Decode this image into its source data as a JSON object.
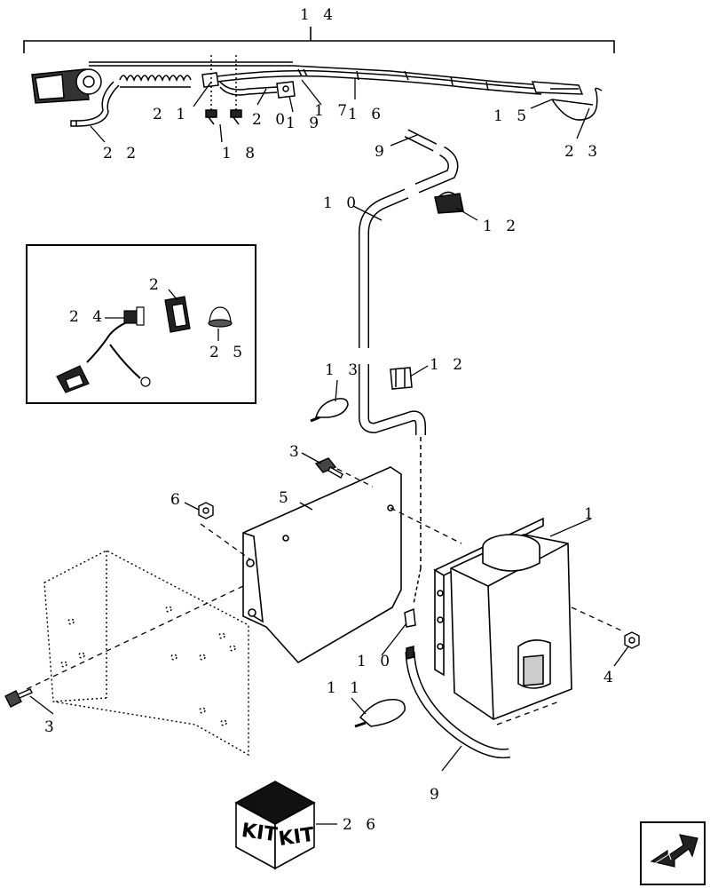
{
  "callouts": {
    "c14": "1 4",
    "c21": "2 1",
    "c20": "2 0",
    "c19": "1 9",
    "c17": "1 7",
    "c16": "1 6",
    "c15": "1 5",
    "c22": "2 2",
    "c18": "1 8",
    "c23": "2 3",
    "c9a": "9",
    "c10a": "1 0",
    "c12a": "1 2",
    "c2": "2",
    "c24": "2 4",
    "c25": "2 5",
    "c13": "1 3",
    "c12b": "1 2",
    "c3a": "3",
    "c6": "6",
    "c5": "5",
    "c1": "1",
    "c4": "4",
    "c10b": "1 0",
    "c11": "1 1",
    "c3b": "3",
    "c9b": "9",
    "c26": "2 6"
  },
  "kit": {
    "left": "KIT",
    "right": "KIT"
  }
}
